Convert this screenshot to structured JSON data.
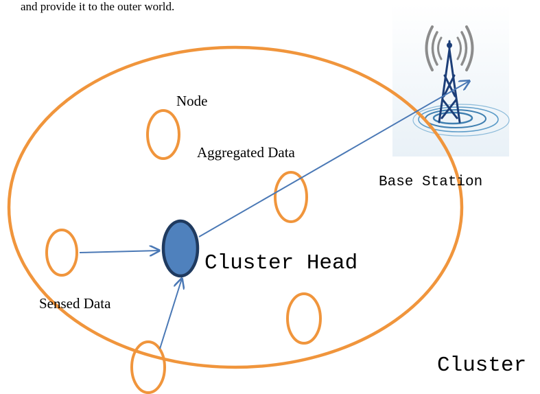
{
  "caption": "and provide it to the outer world.",
  "labels": {
    "node": "Node",
    "aggregated_data": "Aggregated Data",
    "base_station": "Base Station",
    "cluster_head": "Cluster Head",
    "sensed_data": "Sensed Data",
    "cluster": "Cluster"
  },
  "colors": {
    "cluster_outline": "#f0953c",
    "node_outline": "#f0953c",
    "cluster_head_fill": "#4f81bd",
    "cluster_head_outline": "#1f3a5f",
    "arrow": "#4a78b5",
    "tower": "#1c3e78",
    "wave_gray": "#8c8c8c"
  },
  "icons": {
    "base_station": "radio-tower-icon"
  }
}
